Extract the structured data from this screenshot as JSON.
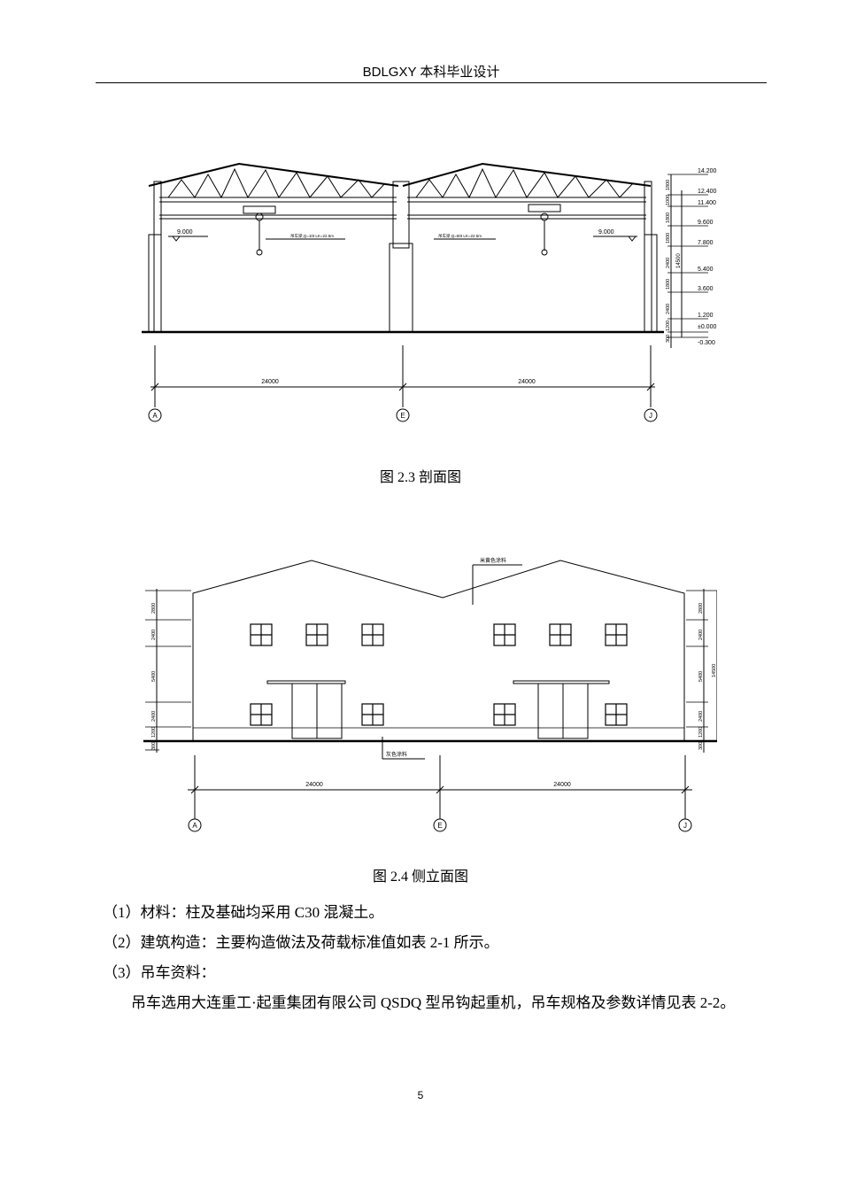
{
  "header": {
    "title": "BDLGXY 本科毕业设计"
  },
  "figure1": {
    "caption": "图 2.3  剖面图",
    "elevations": [
      "14.200",
      "12.400",
      "11.400",
      "9.600",
      "7.800",
      "5.400",
      "3.600",
      "1.200",
      "±0.000",
      "-0.300"
    ],
    "dims_vertical": [
      "1800",
      "1000",
      "1800",
      "1800",
      "2400",
      "1800",
      "2400",
      "1200",
      "300"
    ],
    "total_height": "14500",
    "span_dims": [
      "24000",
      "24000"
    ],
    "axes": [
      "A",
      "E",
      "J"
    ],
    "level_labels": [
      "9.000",
      "9.000"
    ],
    "crane_notes": [
      "吊车梁,Q=10t LK=22.5m",
      "吊车梁,Q=50t LK=22.5m"
    ]
  },
  "figure2": {
    "caption": "图 2.4  侧立面图",
    "note_top": "米黄色涂料",
    "note_bottom": "灰色涂料",
    "dims_left": [
      "2800",
      "2400",
      "5400",
      "2400",
      "1200",
      "300"
    ],
    "dims_right": [
      "2800",
      "2400",
      "5400",
      "2400",
      "1200",
      "300"
    ],
    "total_height": "14500",
    "span_dims": [
      "24000",
      "24000"
    ],
    "axes": [
      "A",
      "E",
      "J"
    ]
  },
  "body": {
    "p1": "（1）材料：柱及基础均采用 C30 混凝土。",
    "p2": "（2）建筑构造：主要构造做法及荷载标准值如表 2-1 所示。",
    "p3": "（3）吊车资料：",
    "p4": "吊车选用大连重工·起重集团有限公司 QSDQ 型吊钩起重机，吊车规格及参数详情见表 2-2。"
  },
  "footer": {
    "page": "5"
  }
}
